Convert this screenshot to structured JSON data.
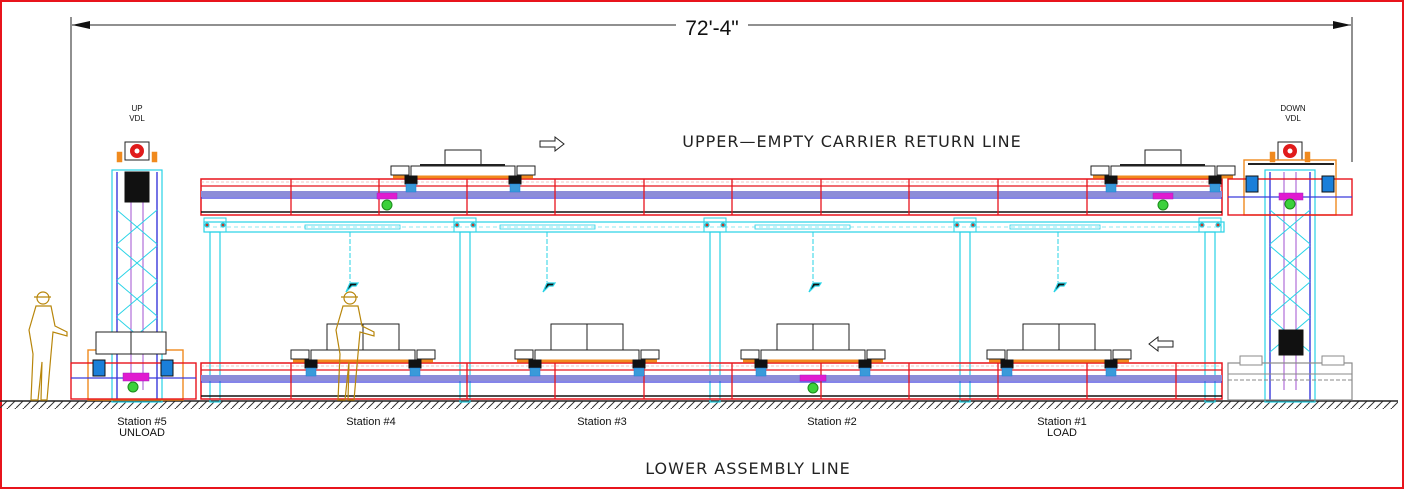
{
  "drawing": {
    "overall_dimension": "72'-4\"",
    "upper_line_title": "UPPER—EMPTY CARRIER RETURN LINE",
    "lower_line_title": "LOWER ASSEMBLY LINE",
    "upper_flow_direction": "right",
    "lower_flow_direction": "left",
    "lifts": [
      {
        "id": "up-vdl",
        "line1": "UP",
        "line2": "VDL"
      },
      {
        "id": "down-vdl",
        "line1": "DOWN",
        "line2": "VDL"
      }
    ],
    "stations": [
      {
        "id": "station-5",
        "name": "Station #5",
        "role": "UNLOAD"
      },
      {
        "id": "station-4",
        "name": "Station #4",
        "role": ""
      },
      {
        "id": "station-3",
        "name": "Station #3",
        "role": ""
      },
      {
        "id": "station-2",
        "name": "Station #2",
        "role": ""
      },
      {
        "id": "station-1",
        "name": "Station #1",
        "role": "LOAD"
      }
    ],
    "colors": {
      "frame_border": "#e8141c",
      "conveyor_rail": "#e8141c",
      "track": "#3a3adc",
      "support_structure": "#27d3e6",
      "lift_frame": "#f08a1e",
      "operator": "#b8860b",
      "drive_motor": "#e01b1b",
      "carrier": "#111111"
    }
  }
}
